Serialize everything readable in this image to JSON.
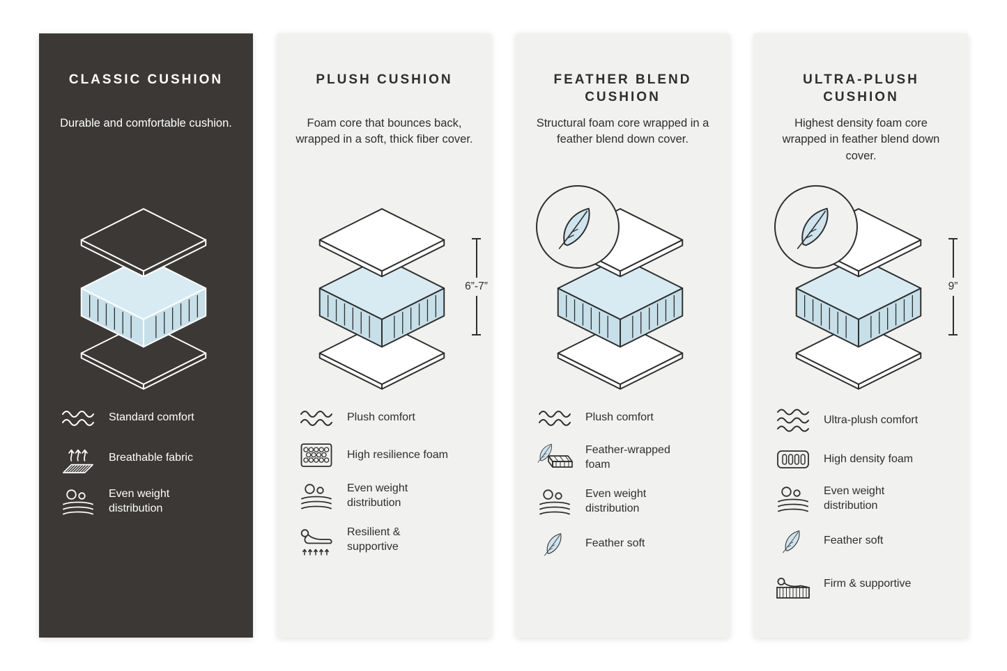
{
  "colors": {
    "page_bg": "#ffffff",
    "panel_dark_bg": "#3b3835",
    "panel_light_bg": "#f1f1ef",
    "outline_dark": "#2e2e2e",
    "text_light": "#ffffff",
    "foam_blue_front": "#c6dfe9",
    "foam_blue_top": "#d9ebf2",
    "feather_blue": "#cfe4ee"
  },
  "panels": [
    {
      "id": "classic",
      "title": "CLASSIC CUSHION",
      "description": "Durable and comfortable cushion.",
      "features": [
        {
          "icon": "waves-icon",
          "label": "Standard comfort"
        },
        {
          "icon": "breathable-fabric-icon",
          "label": "Breathable fabric"
        },
        {
          "icon": "even-weight-icon",
          "label": "Even weight distribution"
        }
      ]
    },
    {
      "id": "plush",
      "title": "PLUSH CUSHION",
      "description": "Foam core that bounces back, wrapped in a soft, thick fiber cover.",
      "dimension": "6”-7”",
      "features": [
        {
          "icon": "waves-icon",
          "label": "Plush comfort"
        },
        {
          "icon": "honeycomb-foam-icon",
          "label": "High resilience foam"
        },
        {
          "icon": "even-weight-icon",
          "label": "Even weight distribution"
        },
        {
          "icon": "resilient-supportive-icon",
          "label": "Resilient & supportive"
        }
      ]
    },
    {
      "id": "feather-blend",
      "title": "FEATHER BLEND CUSHION",
      "description": "Structural foam core wrapped in a feather blend down cover.",
      "features": [
        {
          "icon": "waves-icon",
          "label": "Plush comfort"
        },
        {
          "icon": "feather-wrapped-foam-icon",
          "label": "Feather-wrapped foam"
        },
        {
          "icon": "even-weight-icon",
          "label": "Even weight distribution"
        },
        {
          "icon": "feather-icon",
          "label": "Feather soft"
        }
      ]
    },
    {
      "id": "ultra-plush",
      "title": "ULTRA-PLUSH CUSHION",
      "description": "Highest density foam core wrapped in feather blend down cover.",
      "dimension": "9”",
      "features": [
        {
          "icon": "waves-3-icon",
          "label": "Ultra-plush comfort"
        },
        {
          "icon": "high-density-foam-icon",
          "label": "High density foam"
        },
        {
          "icon": "even-weight-icon",
          "label": "Even weight distribution"
        },
        {
          "icon": "feather-icon",
          "label": "Feather soft"
        },
        {
          "icon": "firm-supportive-icon",
          "label": "Firm & supportive"
        }
      ]
    }
  ]
}
